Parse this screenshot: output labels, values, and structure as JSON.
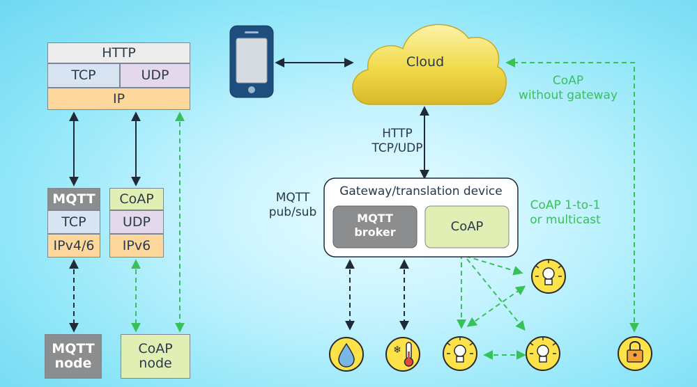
{
  "stack_top": {
    "http": "HTTP",
    "tcp": "TCP",
    "udp": "UDP",
    "ip": "IP"
  },
  "mqtt_stack": {
    "l1": "MQTT",
    "l2": "TCP",
    "l3": "IPv4/6"
  },
  "coap_stack": {
    "l1": "CoAP",
    "l2": "UDP",
    "l3": "IPv6"
  },
  "mqtt_node": "MQTT\nnode",
  "coap_node": "CoAP\nnode",
  "cloud": "Cloud",
  "labels": {
    "http_tcp_udp": "HTTP\nTCP/UDP",
    "mqtt_pubsub": "MQTT\npub/sub",
    "coap_without_gateway": "CoAP\nwithout gateway",
    "coap_1to1": "CoAP 1-to-1\nor multicast"
  },
  "gateway": {
    "title": "Gateway/translation device",
    "broker": "MQTT\nbroker",
    "coap": "CoAP"
  },
  "devices": [
    "water-drop-icon",
    "thermometer-icon",
    "lightbulb-icon",
    "lightbulb-icon",
    "lightbulb-icon",
    "lock-icon"
  ],
  "colors": {
    "http": "#ededed",
    "tcp": "#d8e4f2",
    "udp": "#e4d8ec",
    "ip": "#fed79d",
    "mqtt": "#8b8d8f",
    "coap": "#e2efb4",
    "cloud": "#f3dc4a",
    "green": "#39c159",
    "device": "#fde24a"
  }
}
